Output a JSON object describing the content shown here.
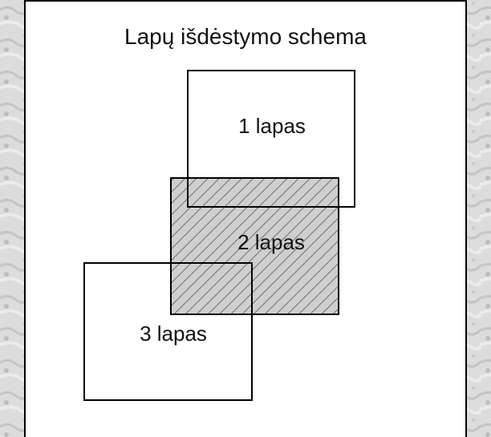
{
  "title": "Lapų išdėstymo schema",
  "sheets": [
    {
      "label": "1 lapas",
      "hatched": false
    },
    {
      "label": "2 lapas",
      "hatched": true
    },
    {
      "label": "3 lapas",
      "hatched": false
    }
  ],
  "colors": {
    "outline": "#000000",
    "hatch_fill": "#cfcfcf",
    "hatch_line": "#6e6e6e",
    "backdrop": "#d9d9d9"
  }
}
